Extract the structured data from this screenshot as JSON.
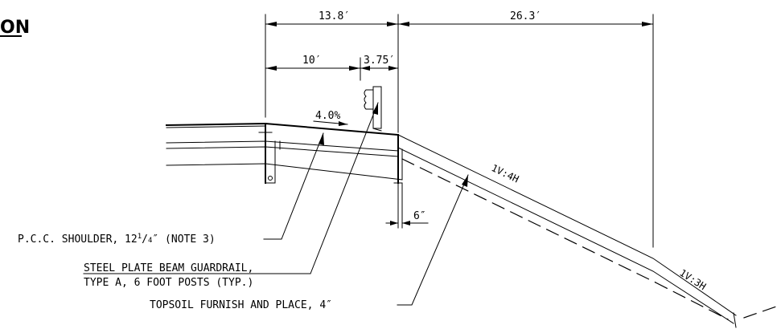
{
  "heading_fragment": "ON",
  "dimensions": {
    "top_left": "13.8′",
    "top_right": "26.3′",
    "shoulder_width": "10′",
    "guardrail_offset": "3.75′",
    "edge_offset": "6″"
  },
  "cross_slope": "4.0%",
  "slopes": {
    "upper": "1V:4H",
    "lower": "1V:3H"
  },
  "callouts": {
    "pcc_shoulder_part1": "P.C.C. SHOULDER, 12",
    "pcc_shoulder_frac_num": "1",
    "pcc_shoulder_frac_den": "4",
    "pcc_shoulder_part2": "″ (NOTE 3)",
    "guardrail_line1": "STEEL PLATE BEAM GUARDRAIL,",
    "guardrail_line2": "TYPE A, 6 FOOT POSTS (TYP.)",
    "topsoil": "TOPSOIL FURNISH AND PLACE, 4″"
  }
}
